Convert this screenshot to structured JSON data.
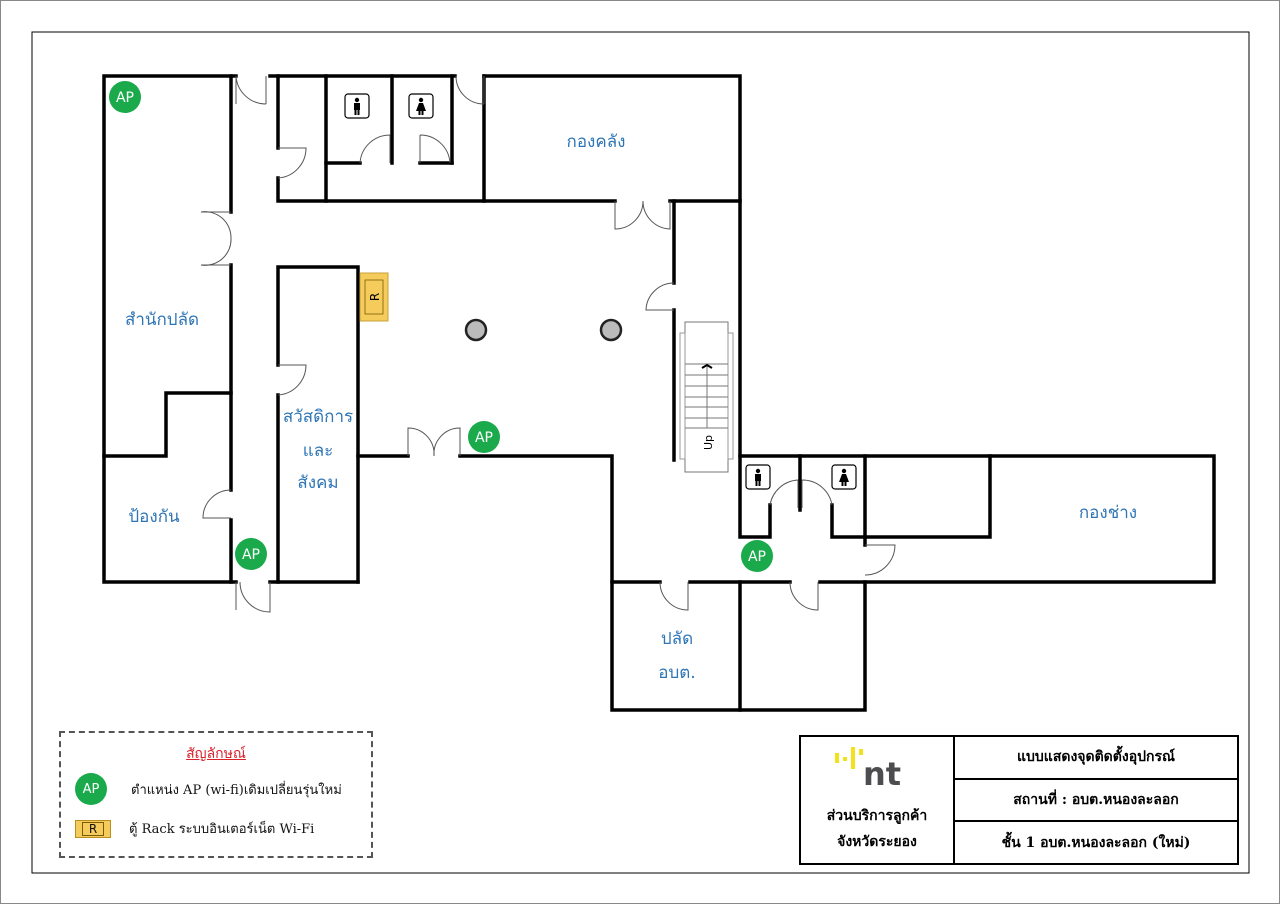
{
  "rooms": {
    "finance": "กองคลัง",
    "office_palad": "สำนักปลัด",
    "welfare_1": "สวัสดิการ",
    "welfare_2": "และ",
    "welfare_3": "สังคม",
    "prevention": "ป้องกัน",
    "engineering": "กองช่าง",
    "palad_1": "ปลัด",
    "palad_2": "อบต."
  },
  "stairs": {
    "label": "Up"
  },
  "markers": {
    "ap": "AP",
    "rack": "R"
  },
  "legend": {
    "title": "สัญลักษณ์",
    "ap_symbol": "AP",
    "ap_desc": "ตำแหน่ง AP (wi-fi)เดิมเปลี่ยนรุ่นใหม่",
    "rack_symbol": "R",
    "rack_desc": "ตู้ Rack ระบบอินเตอร์เน็ต Wi-Fi"
  },
  "title_block": {
    "logo_text": "nt",
    "org_line1": "ส่วนบริการลูกค้า",
    "org_line2": "จังหวัดระยอง",
    "title": "แบบแสดงจุดติดตั้งอุปกรณ์",
    "location": "สถานที่ :  อบต.หนองละลอก",
    "floor": "ชั้น 1 อบต.หนองละลอก (ใหม่)"
  },
  "colors": {
    "ap": "#1aaa4b",
    "rack": "#f5cb5c",
    "room_label": "#2e75b6",
    "legend_title": "#d9222a",
    "logo_yellow": "#f2e21b",
    "logo_gray": "#4d4d4f"
  }
}
